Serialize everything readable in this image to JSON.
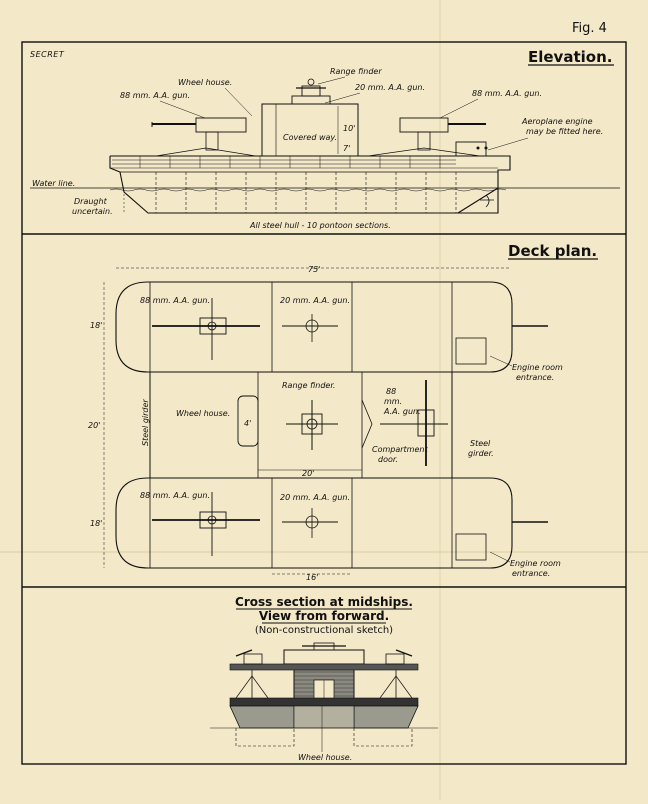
{
  "figure_label": "Fig. 4",
  "classification": "SECRET",
  "elevation": {
    "title": "Elevation.",
    "labels": {
      "range_finder": "Range finder",
      "aa_20_top": "20 mm. A.A. gun.",
      "wheel_house": "Wheel house.",
      "aa_88_left": "88 mm. A.A. gun.",
      "aa_88_right": "88 mm. A.A. gun.",
      "aero_line1": "Aeroplane engine",
      "aero_line2": "may be fitted here.",
      "covered_way": "Covered way.",
      "ten_ft": "10'",
      "seven_ft": "7'",
      "water_line": "Water line.",
      "draught_line1": "Draught",
      "draught_line2": "uncertain.",
      "hull_note": "All steel hull - 10 pontoon sections."
    }
  },
  "deck_plan": {
    "title": "Deck plan.",
    "labels": {
      "length": "75'",
      "beam_top": "18'",
      "beam_mid": "20'",
      "beam_bottom": "18'",
      "aa_88_top": "88 mm. A.A. gun.",
      "aa_20_top": "20 mm. A.A. gun.",
      "aa_88_bottom": "88 mm. A.A. gun.",
      "aa_20_bottom": "20 mm. A.A. gun.",
      "range_finder": "Range finder.",
      "aa_88_mid_1": "88",
      "aa_88_mid_2": "mm.",
      "aa_88_mid_3": "A.A. gun.",
      "wheel_house": "Wheel house.",
      "four_ft": "4'",
      "steel_girder_left": "Steel girder",
      "compartment_1": "Compartment",
      "compartment_2": "door.",
      "steel_girder_right_1": "Steel",
      "steel_girder_right_2": "girder.",
      "twenty_ft": "20'",
      "sixteen_ft": "16'",
      "engine_top_1": "Engine room",
      "engine_top_2": "entrance.",
      "engine_bottom_1": "Engine room",
      "engine_bottom_2": "entrance."
    }
  },
  "cross_section": {
    "title_line1": "Cross section at midships.",
    "title_line2": "View from forward.",
    "subtitle": "(Non-constructional sketch)",
    "wheel_house": "Wheel house."
  }
}
